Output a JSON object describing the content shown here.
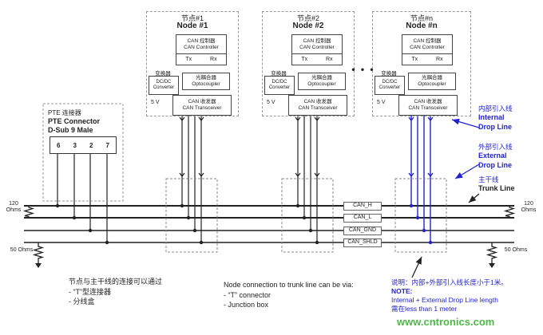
{
  "nodes": [
    {
      "title_cn": "节点#1",
      "title_en": "Node #1"
    },
    {
      "title_cn": "节点#2",
      "title_en": "Node #2"
    },
    {
      "title_cn": "节点#n",
      "title_en": "Node #n"
    }
  ],
  "node_inner": {
    "controller_cn": "CAN 控制器",
    "controller_en": "CAN Controller",
    "tx": "Tx",
    "rx": "Rx",
    "dcdc_label": "变换器",
    "dcdc_line1": "DC/DC",
    "dcdc_line2": "Converter",
    "opto_cn": "光耦合器",
    "opto_en": "Optocoupler",
    "five_v": "5 V",
    "transceiver_cn": "CAN 收发器",
    "transceiver_en": "CAN Transceiver"
  },
  "ellipsis": "• • •",
  "connector": {
    "label_cn": "PTE 连接器",
    "label_en": "PTE Connector",
    "label_sub": "D-Sub 9 Male",
    "pins": [
      "6",
      "3",
      "2",
      "7"
    ]
  },
  "bus": {
    "labels": [
      "CAN_H",
      "CAN_L",
      "CAN_GND",
      "CAN_SHLD"
    ]
  },
  "terminators": {
    "left_120_line1": "120",
    "left_120_line2": "Ohms",
    "right_120_line1": "120",
    "right_120_line2": "Ohms",
    "left_50": "50 Ohms",
    "right_50": "50 Ohms"
  },
  "annotations": {
    "internal_cn": "内部引入线",
    "internal_en1": "Internal",
    "internal_en2": "Drop Line",
    "external_cn": "外部引入线",
    "external_en1": "External",
    "external_en2": "Drop Line",
    "trunk_cn": "主干线",
    "trunk_en": "Trunk Line"
  },
  "footer": {
    "cn1": "节点与主干线的连接可以通过",
    "cn2": "- “T”型连接器",
    "cn3": "- 分线盒",
    "en1": "Node connection to trunk line can be via:",
    "en2": "- “T” connector",
    "en3": "- Junction box",
    "note_cn": "说明：内部+外部引入线长度小于1米。",
    "note_title": "NOTE:",
    "note_en1": "Internal + External Drop Line length",
    "note_en2": "需在less than 1 meter",
    "watermark": "www.cntronics.com"
  },
  "colors": {
    "accent_blue": "#2222cc",
    "watermark_green": "#4db848"
  }
}
